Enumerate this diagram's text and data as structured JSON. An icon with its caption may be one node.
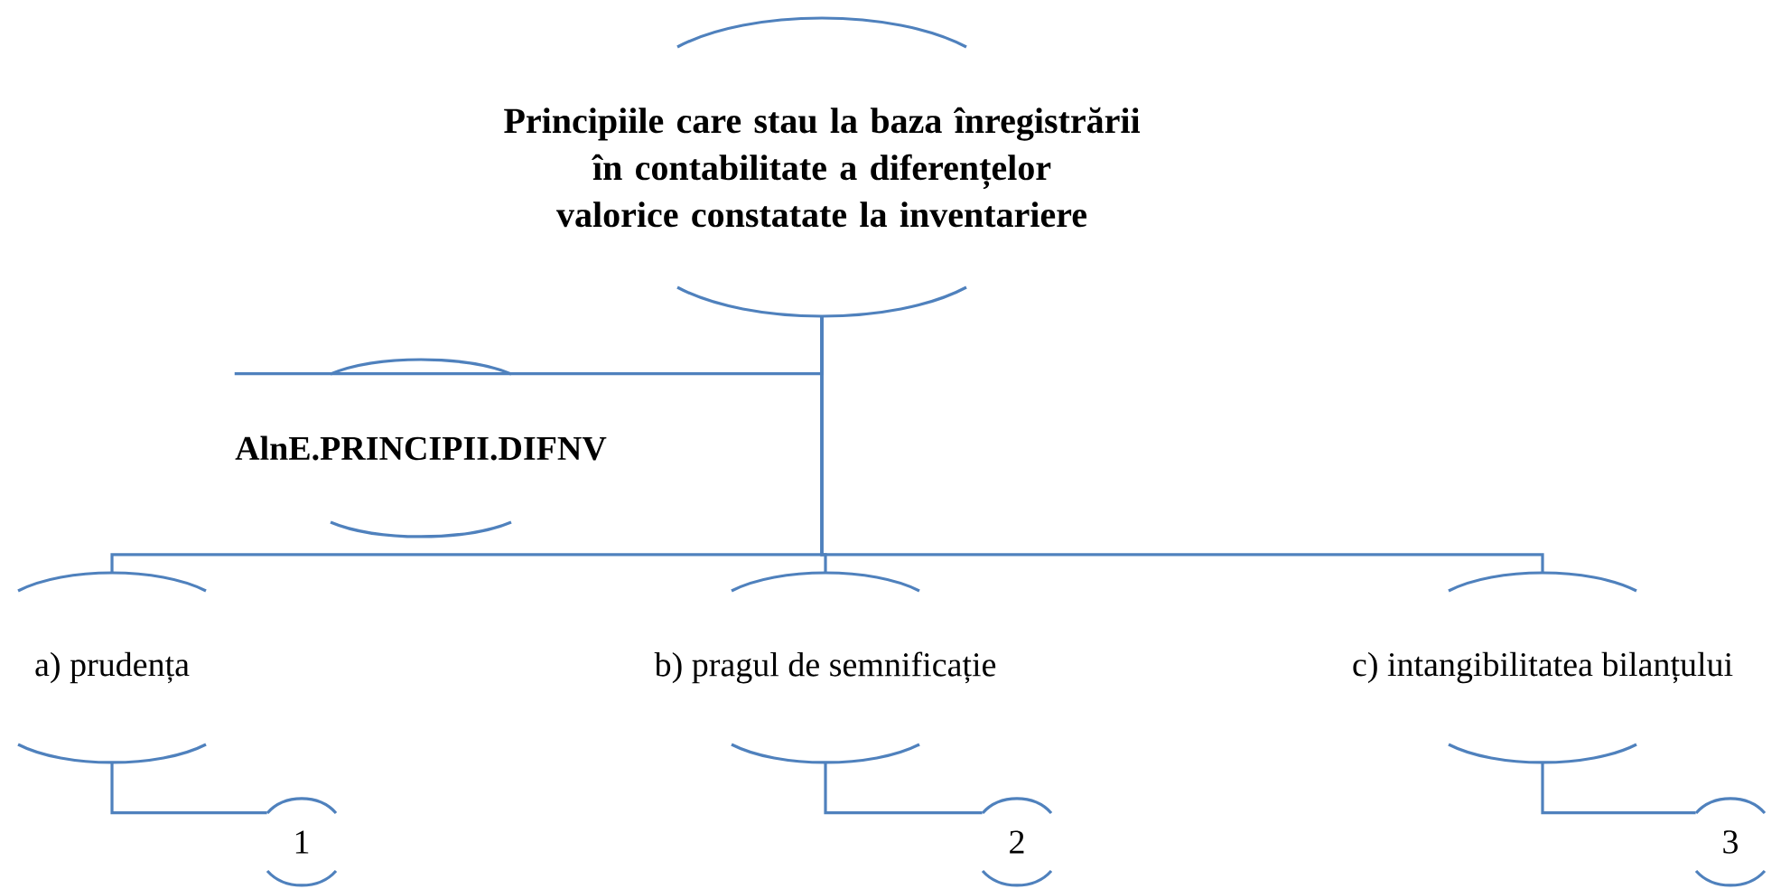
{
  "diagram": {
    "nodes": [
      {
        "text": [
          "Principiile care stau la baza înregistrării în contabilitate a diferențelor valorice constatate la inventariere"
        ]
      },
      {
        "text": [
          "AlnE.PRINCIPII.DIFNV"
        ]
      },
      {
        "text": [
          "a) prudența"
        ]
      },
      {
        "text": [
          "b) pragul de semnificație"
        ]
      },
      {
        "text": [
          "c) intangibilitatea bilanțului"
        ]
      },
      {
        "text": [
          "1"
        ]
      },
      {
        "text": [
          "2"
        ]
      },
      {
        "text": [
          "3"
        ]
      }
    ],
    "edges": [
      {
        "from": 0,
        "to": 1,
        "arrow": "none"
      },
      {
        "from": 0,
        "to": 2,
        "arrow": "none"
      },
      {
        "from": 0,
        "to": 3,
        "arrow": "none"
      },
      {
        "from": 0,
        "to": 4,
        "arrow": "none"
      },
      {
        "from": 2,
        "to": 5,
        "arrow": "none"
      },
      {
        "from": 3,
        "to": 6,
        "arrow": "none"
      },
      {
        "from": 4,
        "to": 7,
        "arrow": "none"
      }
    ]
  }
}
